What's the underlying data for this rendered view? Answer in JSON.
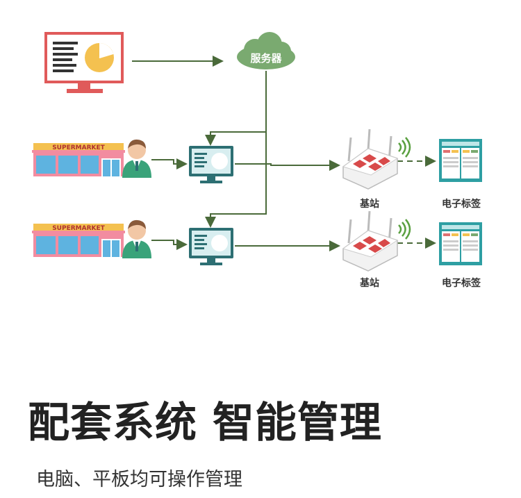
{
  "diagram": {
    "server_label": "服务器",
    "store_sign": "SUPERMARKET",
    "base_station_label": "基站",
    "esl_label": "电子标签"
  },
  "headline": "配套系统 智能管理",
  "subline": "电脑、平板均可操作管理",
  "colors": {
    "line": "#4a6a3a",
    "cloud": "#7aaa70",
    "monitor_red": "#e05a5a",
    "pie_yellow": "#f4c150",
    "terminal": "#2d6f73",
    "store_window": "#5eb3e0",
    "store_wall": "#f28ca0",
    "esl_frame": "#2e9fa3",
    "router_red": "#d84a4a"
  }
}
